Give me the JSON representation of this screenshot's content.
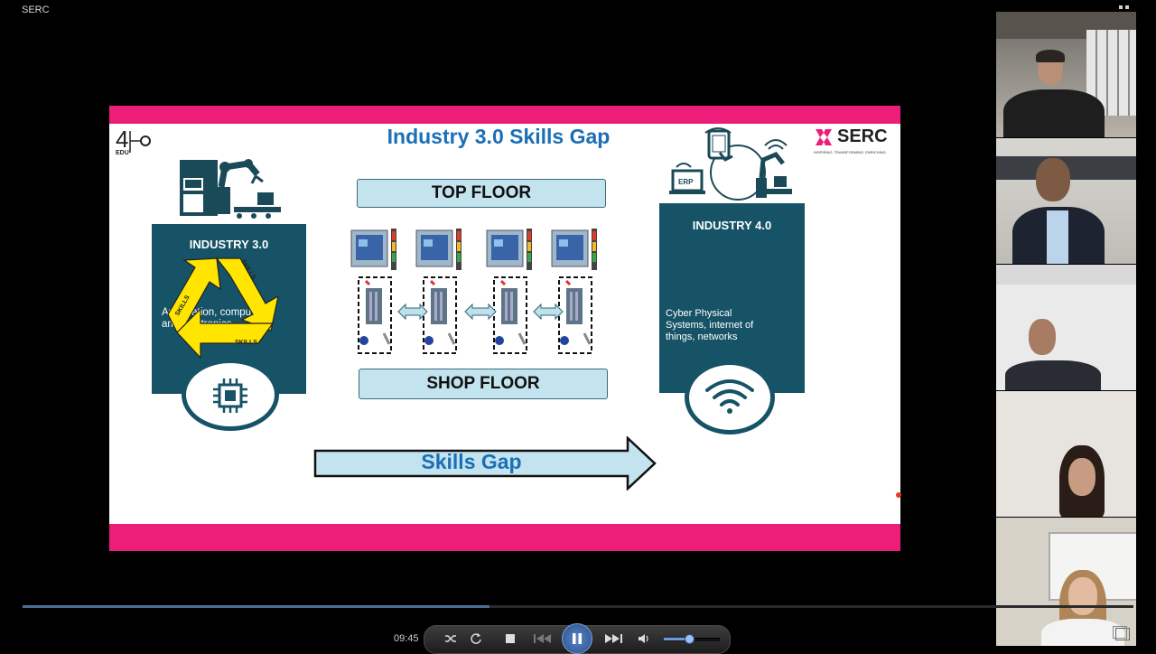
{
  "window": {
    "title": "SERC"
  },
  "slide": {
    "title": "Industry 3.0 Skills Gap",
    "edu_logo": "4.0 EDU",
    "serc_logo": {
      "name": "SERC",
      "tagline": "INSPIRING. TRANSFORMING. ENRICHING."
    },
    "industry3": {
      "heading": "INDUSTRY 3.0",
      "description_line1": "Automation, computers",
      "description_line2": "and electronics",
      "skills_labels": [
        "SKILLS",
        "SKILLS",
        "SKILLS"
      ]
    },
    "top_floor": "TOP FLOOR",
    "shop_floor": "SHOP FLOOR",
    "industry4": {
      "heading": "INDUSTRY 4.0",
      "description_line1": "Cyber Physical",
      "description_line2": "Systems, internet of",
      "description_line3": "things, networks",
      "erp_label": "ERP"
    },
    "skills_gap_arrow": "Skills Gap"
  },
  "player": {
    "elapsed_time": "09:45",
    "progress_fraction": 0.42,
    "volume_fraction": 0.45
  },
  "colors": {
    "accent_pink": "#ec1e79",
    "teal": "#165366",
    "title_blue": "#1b6fb6",
    "light_blue": "#c3e3ee",
    "yellow": "#ffe500"
  }
}
